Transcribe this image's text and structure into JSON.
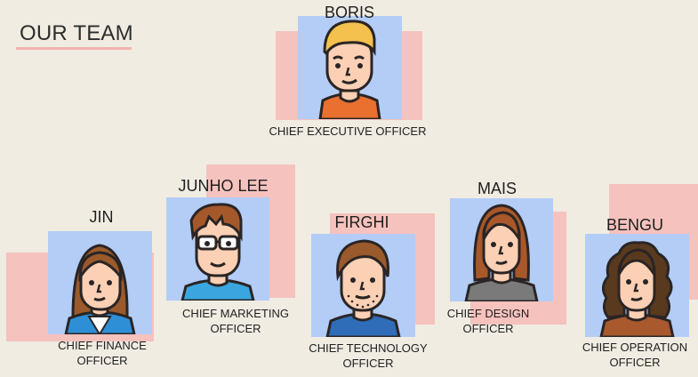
{
  "page": {
    "title": "OUR TEAM"
  },
  "members": [
    {
      "id": "boris",
      "name": "BORIS",
      "role": [
        "CHIEF EXECUTIVE OFFICER"
      ],
      "avatar": "man-blond-hair-orange-shirt-icon"
    },
    {
      "id": "jin",
      "name": "JIN",
      "role": [
        "CHIEF FINANCE",
        "OFFICER"
      ],
      "avatar": "woman-brown-hair-blue-jacket-icon"
    },
    {
      "id": "junho",
      "name": "JUNHO LEE",
      "role": [
        "CHIEF MARKETING",
        "OFFICER"
      ],
      "avatar": "man-glasses-blue-shirt-icon"
    },
    {
      "id": "firghi",
      "name": "FIRGHI",
      "role": [
        "CHIEF TECHNOLOGY",
        "OFFICER"
      ],
      "avatar": "man-beard-blue-shirt-icon"
    },
    {
      "id": "mais",
      "name": "MAIS",
      "role": [
        "CHIEF DESIGN",
        "OFFICER"
      ],
      "avatar": "woman-long-hair-grey-shirt-icon"
    },
    {
      "id": "bengu",
      "name": "BENGU",
      "role": [
        "CHIEF OPERATION",
        "OFFICER"
      ],
      "avatar": "woman-curly-hair-brown-shirt-icon"
    }
  ],
  "colors": {
    "background": "#f0ece2",
    "card": "#b3cdf7",
    "accent_pink": "#f5c2be",
    "skin": "#fcd0b4",
    "outline": "#2a2525"
  }
}
